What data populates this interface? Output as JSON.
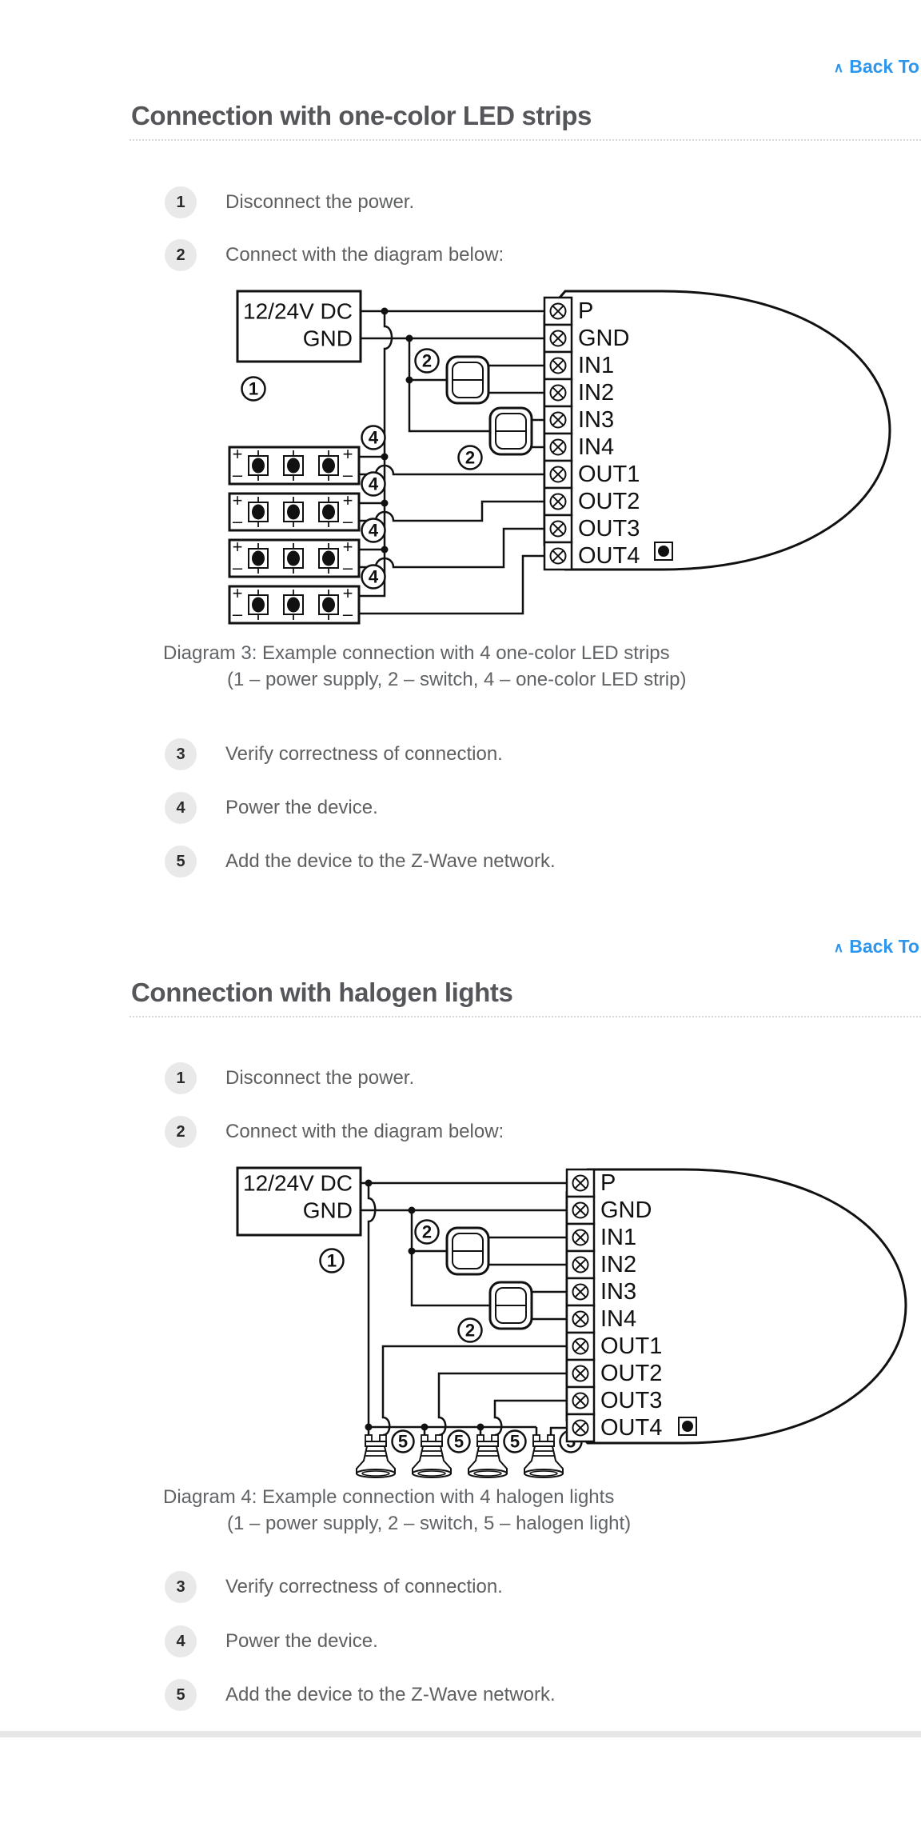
{
  "links": {
    "back_to": {
      "icon": "∧",
      "label": "Back To"
    }
  },
  "sections": [
    {
      "heading": "Connection with one-color LED strips",
      "steps_before": [
        {
          "num": "1",
          "text": "Disconnect the power."
        },
        {
          "num": "2",
          "text": "Connect with the diagram below:"
        }
      ],
      "caption": {
        "line1": "Diagram 3: Example connection with 4 one-color LED strips",
        "line2": "(1 – power supply, 2 – switch, 4 – one-color LED strip)"
      },
      "steps_after": [
        {
          "num": "3",
          "text": "Verify correctness of connection."
        },
        {
          "num": "4",
          "text": "Power the device."
        },
        {
          "num": "5",
          "text": "Add the device to the Z-Wave network."
        }
      ]
    },
    {
      "heading": "Connection with halogen lights",
      "steps_before": [
        {
          "num": "1",
          "text": "Disconnect the power."
        },
        {
          "num": "2",
          "text": "Connect with the diagram below:"
        }
      ],
      "caption": {
        "line1": "Diagram 4: Example connection with 4 halogen lights",
        "line2": "(1 – power supply, 2 – switch, 5 – halogen light)"
      },
      "steps_after": [
        {
          "num": "3",
          "text": "Verify correctness of connection."
        },
        {
          "num": "4",
          "text": "Power the device."
        },
        {
          "num": "5",
          "text": "Add the device to the Z-Wave network."
        }
      ]
    }
  ],
  "diagram": {
    "power_line1": "12/24V DC",
    "power_line2": "GND",
    "terminals": [
      "P",
      "GND",
      "IN1",
      "IN2",
      "IN3",
      "IN4",
      "OUT1",
      "OUT2",
      "OUT3",
      "OUT4"
    ],
    "plus": "+",
    "minus": "–",
    "markers": {
      "power_supply": "1",
      "switch": "2",
      "led_strip": "4",
      "halogen_light": "5"
    }
  },
  "colors": {
    "link_blue": "#2e96ed",
    "heading_gray": "#54565a",
    "text_gray": "#5d5f61",
    "step_circle_bg": "#e9e9e9",
    "divider_gray": "#e7e7e7",
    "diagram_ink": "#111111"
  }
}
